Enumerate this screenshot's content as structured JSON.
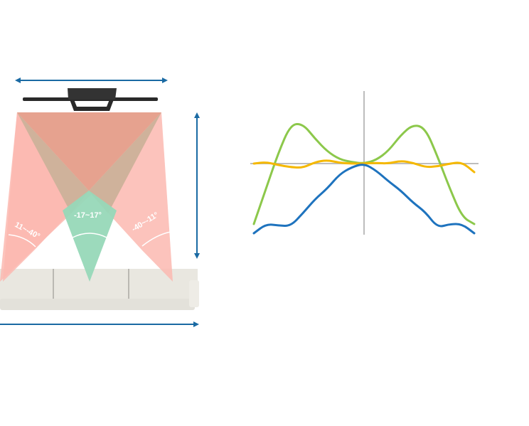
{
  "diagram": {
    "title": "",
    "viewing_zones": [
      {
        "id": "left",
        "label": "11~-40°",
        "color": "#fcb8b0"
      },
      {
        "id": "center",
        "label": "-17~17°",
        "color": "#97d8b8"
      },
      {
        "id": "right",
        "label": "-40~-11°",
        "color": "#fcb8b0"
      }
    ],
    "colors": {
      "arrow": "#1a6aa3",
      "overlap": "#e4a08c",
      "mix": "#cfb29b",
      "sofa": "#e8e6df",
      "tv": "#2a2a2a"
    },
    "icons": [
      "tv-icon",
      "sofa-icon",
      "width-arrow-icon",
      "distance-arrow-icon",
      "seat-width-arrow-icon"
    ]
  },
  "chart_data": {
    "type": "line",
    "title": "",
    "xlabel": "",
    "ylabel": "",
    "axes": {
      "x_origin": 0,
      "y_origin": 0
    },
    "x": [
      -90,
      -80,
      -70,
      -60,
      -50,
      -40,
      -30,
      -20,
      -10,
      0,
      10,
      20,
      30,
      40,
      50,
      60,
      70,
      80,
      90
    ],
    "xlim": [
      -95,
      95
    ],
    "ylim": [
      -1.0,
      1.0
    ],
    "series": [
      {
        "name": "green",
        "color": "#8cc84b",
        "values": [
          -0.85,
          -0.35,
          0.15,
          0.55,
          0.56,
          0.35,
          0.17,
          0.06,
          0.02,
          0,
          0.05,
          0.18,
          0.4,
          0.55,
          0.5,
          0.1,
          -0.35,
          -0.75,
          -0.85
        ]
      },
      {
        "name": "yellow",
        "color": "#f5b800",
        "values": [
          0.0,
          0.02,
          -0.02,
          -0.05,
          -0.06,
          0.02,
          0.05,
          0.01,
          0.0,
          0,
          0.01,
          0.0,
          0.04,
          0.01,
          -0.05,
          -0.04,
          0.0,
          0.02,
          -0.12
        ]
      },
      {
        "name": "blue",
        "color": "#1e73be",
        "values": [
          -0.98,
          -0.85,
          -0.87,
          -0.88,
          -0.7,
          -0.5,
          -0.35,
          -0.15,
          -0.05,
          0,
          -0.1,
          -0.25,
          -0.38,
          -0.55,
          -0.68,
          -0.9,
          -0.85,
          -0.85,
          -0.98
        ]
      }
    ]
  }
}
